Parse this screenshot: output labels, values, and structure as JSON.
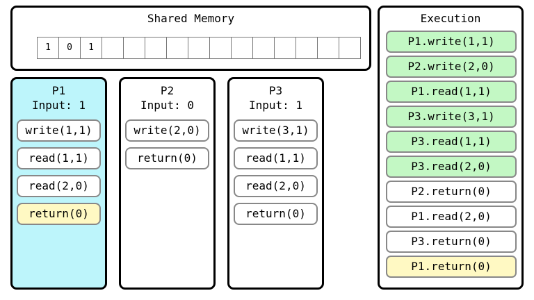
{
  "shared_memory": {
    "title": "Shared Memory",
    "cells": [
      "1",
      "0",
      "1",
      "",
      "",
      "",
      "",
      "",
      "",
      "",
      "",
      "",
      "",
      "",
      ""
    ]
  },
  "processes": [
    {
      "name": "P1",
      "input": "Input: 1",
      "bg": "#bdf5fb",
      "ops": [
        {
          "label": "write(1,1)",
          "highlight": false
        },
        {
          "label": "read(1,1)",
          "highlight": false
        },
        {
          "label": "read(2,0)",
          "highlight": false
        },
        {
          "label": "return(0)",
          "highlight": true
        }
      ]
    },
    {
      "name": "P2",
      "input": "Input: 0",
      "bg": "#ffffff",
      "ops": [
        {
          "label": "write(2,0)",
          "highlight": false
        },
        {
          "label": "return(0)",
          "highlight": false
        }
      ]
    },
    {
      "name": "P3",
      "input": "Input: 1",
      "bg": "#ffffff",
      "ops": [
        {
          "label": "write(3,1)",
          "highlight": false
        },
        {
          "label": "read(1,1)",
          "highlight": false
        },
        {
          "label": "read(2,0)",
          "highlight": false
        },
        {
          "label": "return(0)",
          "highlight": false
        }
      ]
    }
  ],
  "execution": {
    "title": "Execution",
    "steps": [
      {
        "label": "P1.write(1,1)",
        "state": "done"
      },
      {
        "label": "P2.write(2,0)",
        "state": "done"
      },
      {
        "label": "P1.read(1,1)",
        "state": "done"
      },
      {
        "label": "P3.write(3,1)",
        "state": "done"
      },
      {
        "label": "P3.read(1,1)",
        "state": "done"
      },
      {
        "label": "P3.read(2,0)",
        "state": "done"
      },
      {
        "label": "P2.return(0)",
        "state": "pending"
      },
      {
        "label": "P1.read(2,0)",
        "state": "pending"
      },
      {
        "label": "P3.return(0)",
        "state": "pending"
      },
      {
        "label": "P1.return(0)",
        "state": "current"
      }
    ]
  },
  "colors": {
    "done": "#c3f8c4",
    "current": "#fff9c3",
    "pending": "#ffffff",
    "highlight": "#fff9c3"
  }
}
